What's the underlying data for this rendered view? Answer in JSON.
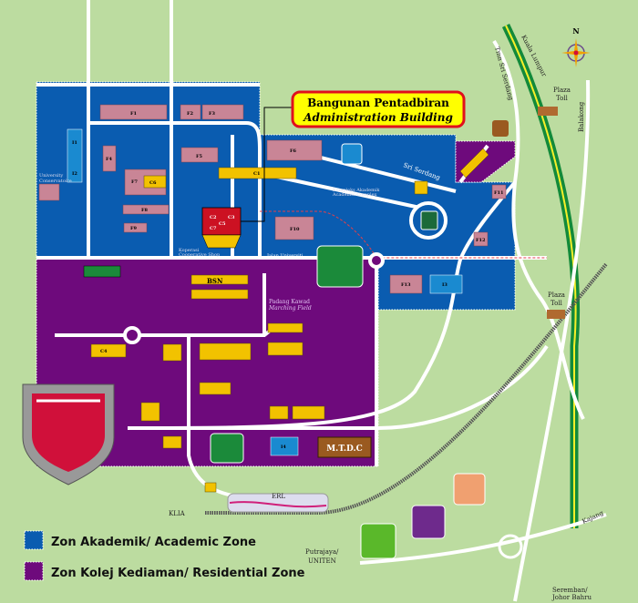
{
  "admin_callout": {
    "line1": "Bangunan Pentadbiran",
    "line2": "Administration Building"
  },
  "places": {
    "sri_serdang": "Sri Serdang",
    "academic_complex_1": "Kompleks Akademik",
    "academic_complex_2": "Academic Complex",
    "conservatoire_1": "University",
    "conservatoire_2": "Conservatoire",
    "coop_1": "Koperasi",
    "coop_2": "Cooperative Shop",
    "jalan_universiti": "Jalan Universiti",
    "marching_1": "Padang Kawad",
    "marching_2": "Marching Field",
    "bsn": "BSN",
    "mtdc": "M.T.D.C"
  },
  "roads": {
    "kuala_lumpur": "Kuala Lumpur",
    "tmn_sri_serdang": "Tmn Sri Serdang",
    "balakong": "Balakong",
    "plaza_toll_1": "Plaza",
    "plaza_toll_2": "Toll",
    "erl": "ERL",
    "klia": "KLIA",
    "putrajaya_1": "Putrajaya/",
    "putrajaya_2": "UNITEN",
    "kajang": "Kajang",
    "seremban_1": "Seremban/",
    "seremban_2": "Johor Bahru"
  },
  "compass": {
    "north": "N"
  },
  "building_codes": [
    "F1",
    "F2",
    "F3",
    "F4",
    "F5",
    "F6",
    "F7",
    "F8",
    "F9",
    "F10",
    "F11",
    "F12",
    "F13",
    "C1",
    "C2",
    "C3",
    "C4",
    "C5",
    "C6",
    "C7",
    "I1",
    "I2",
    "I3",
    "I4"
  ],
  "legend": {
    "academic": "Zon Akademik/ Academic Zone",
    "residential": "Zon Kolej Kediaman/ Residential Zone"
  },
  "colors": {
    "background": "#bcdca0",
    "academic_zone": "#0a5cb0",
    "residential_zone": "#6e0a7c",
    "faculty_building": "#c98596",
    "college_building": "#f2c200",
    "highway": "#138a3a",
    "callout_border": "#e0101c",
    "callout_fill": "#ffff00"
  }
}
